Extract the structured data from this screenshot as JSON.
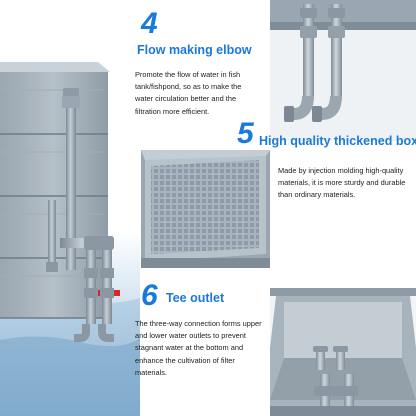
{
  "colors": {
    "accent_blue": "#1a7ad9",
    "body_text": "#222222",
    "box_gray": "#8a97a3",
    "water_blue": "#9ec1dc"
  },
  "sections": [
    {
      "number": "4",
      "title": "Flow making elbow",
      "lines": [
        "Promote the flow of water in fish",
        "tank/fishpond, so as to make the",
        "water circulation better and the",
        "filtration more efficient."
      ]
    },
    {
      "number": "5",
      "title": "High quality thickened box",
      "lines": [
        "Made by injection molding high-quality",
        "materials, it is more sturdy and durable",
        "than ordinary materials."
      ]
    },
    {
      "number": "6",
      "title": "Tee outlet",
      "lines": [
        "The three-way connection forms upper",
        "and lower water outlets to prevent",
        "stagnant water at the bottom and",
        "enhance the cultivation of filter",
        "materials."
      ]
    }
  ],
  "images": {
    "product": "stacked-filter-box-with-pipes",
    "elbow_detail": "flow-making-elbow-pipes",
    "box_detail": "thickened-box-grid-tray",
    "tee_detail": "tee-outlet-box-interior"
  }
}
